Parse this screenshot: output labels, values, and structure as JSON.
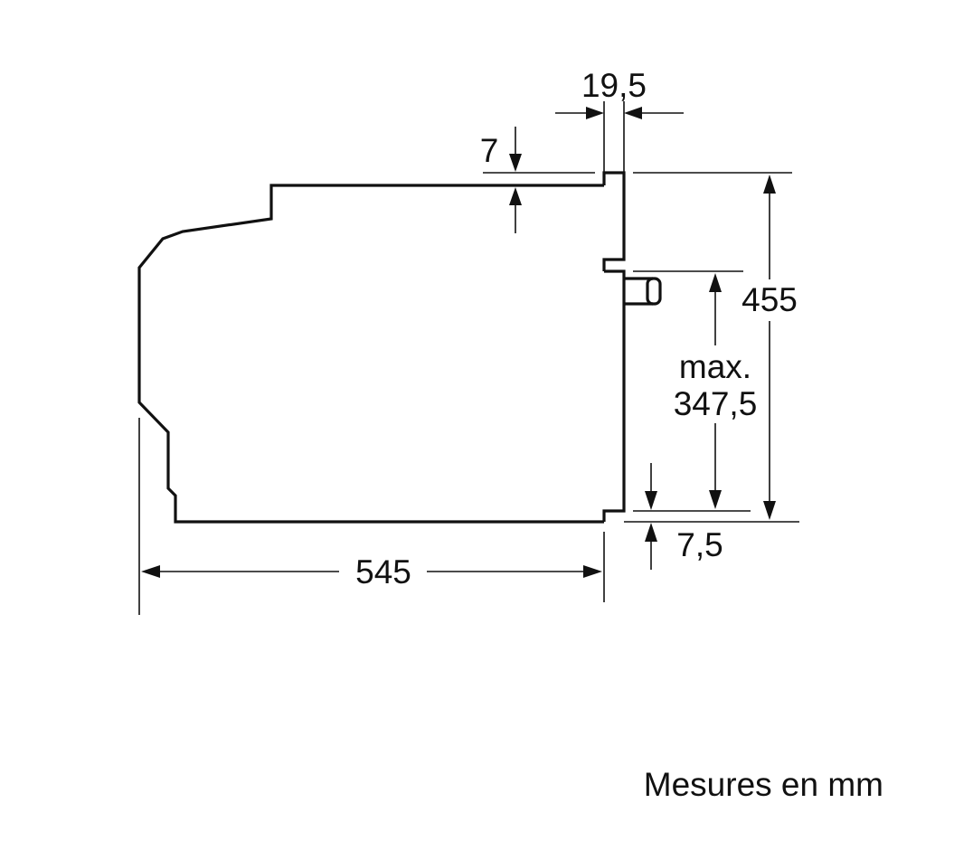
{
  "dimensions": {
    "top_gap": "19,5",
    "top_offset": "7",
    "total_height": "455",
    "opening_max_label": "max.",
    "opening_max_value": "347,5",
    "bottom_offset": "7,5",
    "depth": "545"
  },
  "footer": {
    "units_note": "Mesures en mm"
  },
  "colors": {
    "line": "#111111",
    "background": "#ffffff"
  }
}
